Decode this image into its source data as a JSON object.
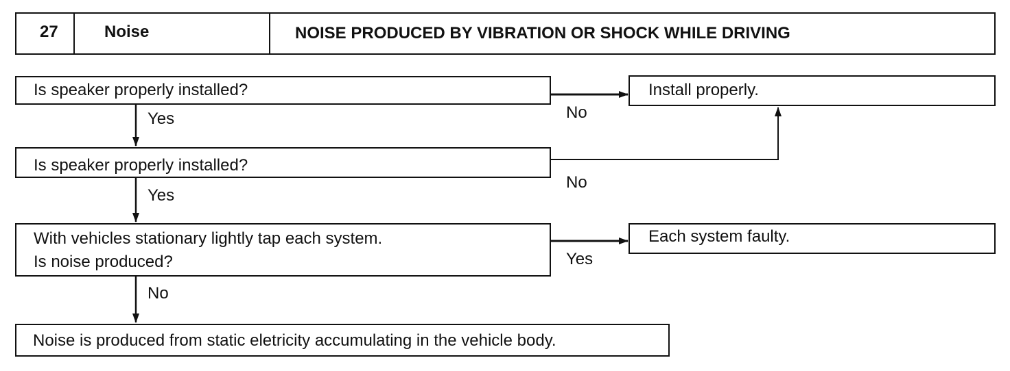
{
  "header": {
    "number": "27",
    "category": "Noise",
    "title": "NOISE PRODUCED BY VIBRATION OR SHOCK WHILE DRIVING"
  },
  "steps": [
    {
      "question": "Is speaker properly installed?"
    },
    {
      "question": "Is speaker properly installed?"
    },
    {
      "question_line1": "With vehicles stationary lightly tap each system.",
      "question_line2": "Is noise produced?"
    }
  ],
  "results": {
    "install": "Install properly.",
    "faulty": "Each system faulty.",
    "final": "Noise is produced from static eletricity accumulating in the vehicle body."
  },
  "labels": {
    "yes1": "Yes",
    "no1": "No",
    "yes2": "Yes",
    "no2": "No",
    "yes3": "Yes",
    "no3": "No"
  }
}
